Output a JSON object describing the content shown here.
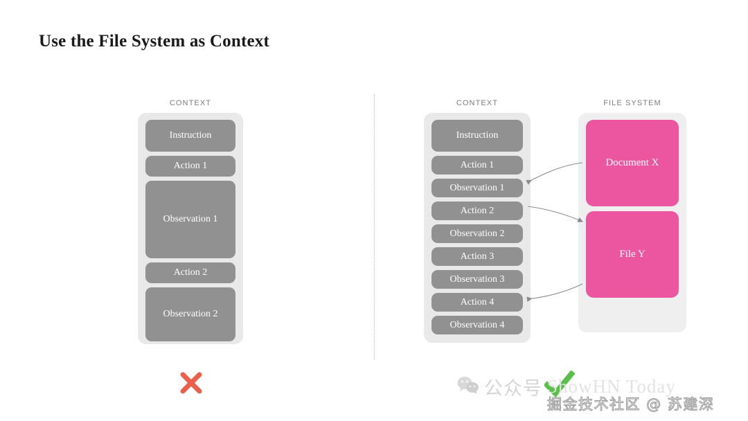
{
  "slide": {
    "title": "Use the File System as Context"
  },
  "left_panel": {
    "column_label": "CONTEXT",
    "verdict_icon": "cross-icon",
    "verdict_color": "#E9614B",
    "blocks": [
      {
        "label": "Instruction",
        "height": 46
      },
      {
        "label": "Action 1",
        "height": 30
      },
      {
        "label": "Observation 1",
        "height": 112
      },
      {
        "label": "Action 2",
        "height": 30
      },
      {
        "label": "Observation 2",
        "height": 78
      }
    ]
  },
  "right_panel": {
    "context_label": "CONTEXT",
    "filesystem_label": "FILE SYSTEM",
    "verdict_icon": "check-icon",
    "verdict_color": "#4FBF3B",
    "context_blocks": [
      {
        "label": "Instruction",
        "height": 46
      },
      {
        "label": "Action 1",
        "height": 27
      },
      {
        "label": "Observation 1",
        "height": 27
      },
      {
        "label": "Action 2",
        "height": 27
      },
      {
        "label": "Observation 2",
        "height": 27
      },
      {
        "label": "Action 3",
        "height": 27
      },
      {
        "label": "Observation 3",
        "height": 27
      },
      {
        "label": "Action 4",
        "height": 27
      },
      {
        "label": "Observation 4",
        "height": 27
      }
    ],
    "files": [
      {
        "label": "Document X"
      },
      {
        "label": "File Y"
      }
    ]
  },
  "watermarks": {
    "wechat_icon": "wechat-icon",
    "wechat_label": "公众号",
    "wechat_handle": "ShowHN Today",
    "juejin_label": "掘金技术社区 @ 苏建深"
  }
}
